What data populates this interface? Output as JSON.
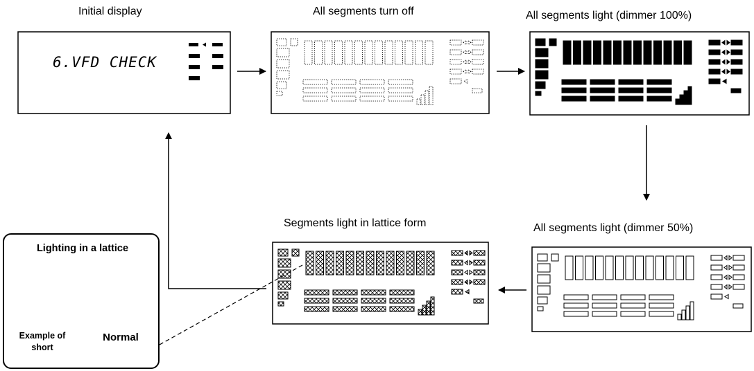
{
  "labels": {
    "initial": "Initial display",
    "off": "All segments turn off",
    "light100": "All segments light (dimmer 100%)",
    "light50": "All segments light (dimmer 50%)",
    "lattice": "Segments light in lattice form"
  },
  "initial_display_text": "6.VFD CHECK",
  "legend": {
    "title": "Lighting in a lattice",
    "short_label": "Example of short",
    "normal_label": "Normal"
  },
  "colors": {
    "line": "#000000",
    "background": "#ffffff"
  }
}
